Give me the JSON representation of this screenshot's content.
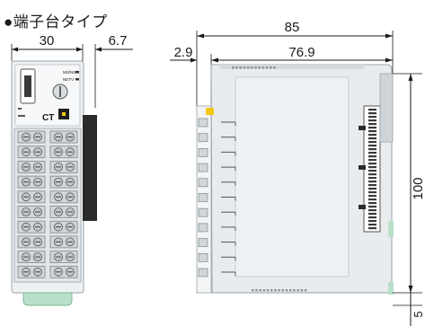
{
  "title": "●端子台タイプ",
  "front_view": {
    "width_dim": "30",
    "depth_dim": "6.7",
    "panel_labels": [
      "MS/NS",
      "NETV",
      "CT"
    ],
    "terminal_rows": 10
  },
  "side_view": {
    "overall_depth_dim": "85",
    "body_depth_dim": "76.9",
    "front_offset_dim": "2.9",
    "height_dim": "100",
    "bottom_dim": "5"
  },
  "colors": {
    "body_fill": "#e8ecef",
    "terminal_fill": "#d9dde0",
    "rail_fill": "#b8e0c8",
    "dark_block": "#2b2b2b",
    "indicator_yellow": "#f2c811"
  }
}
